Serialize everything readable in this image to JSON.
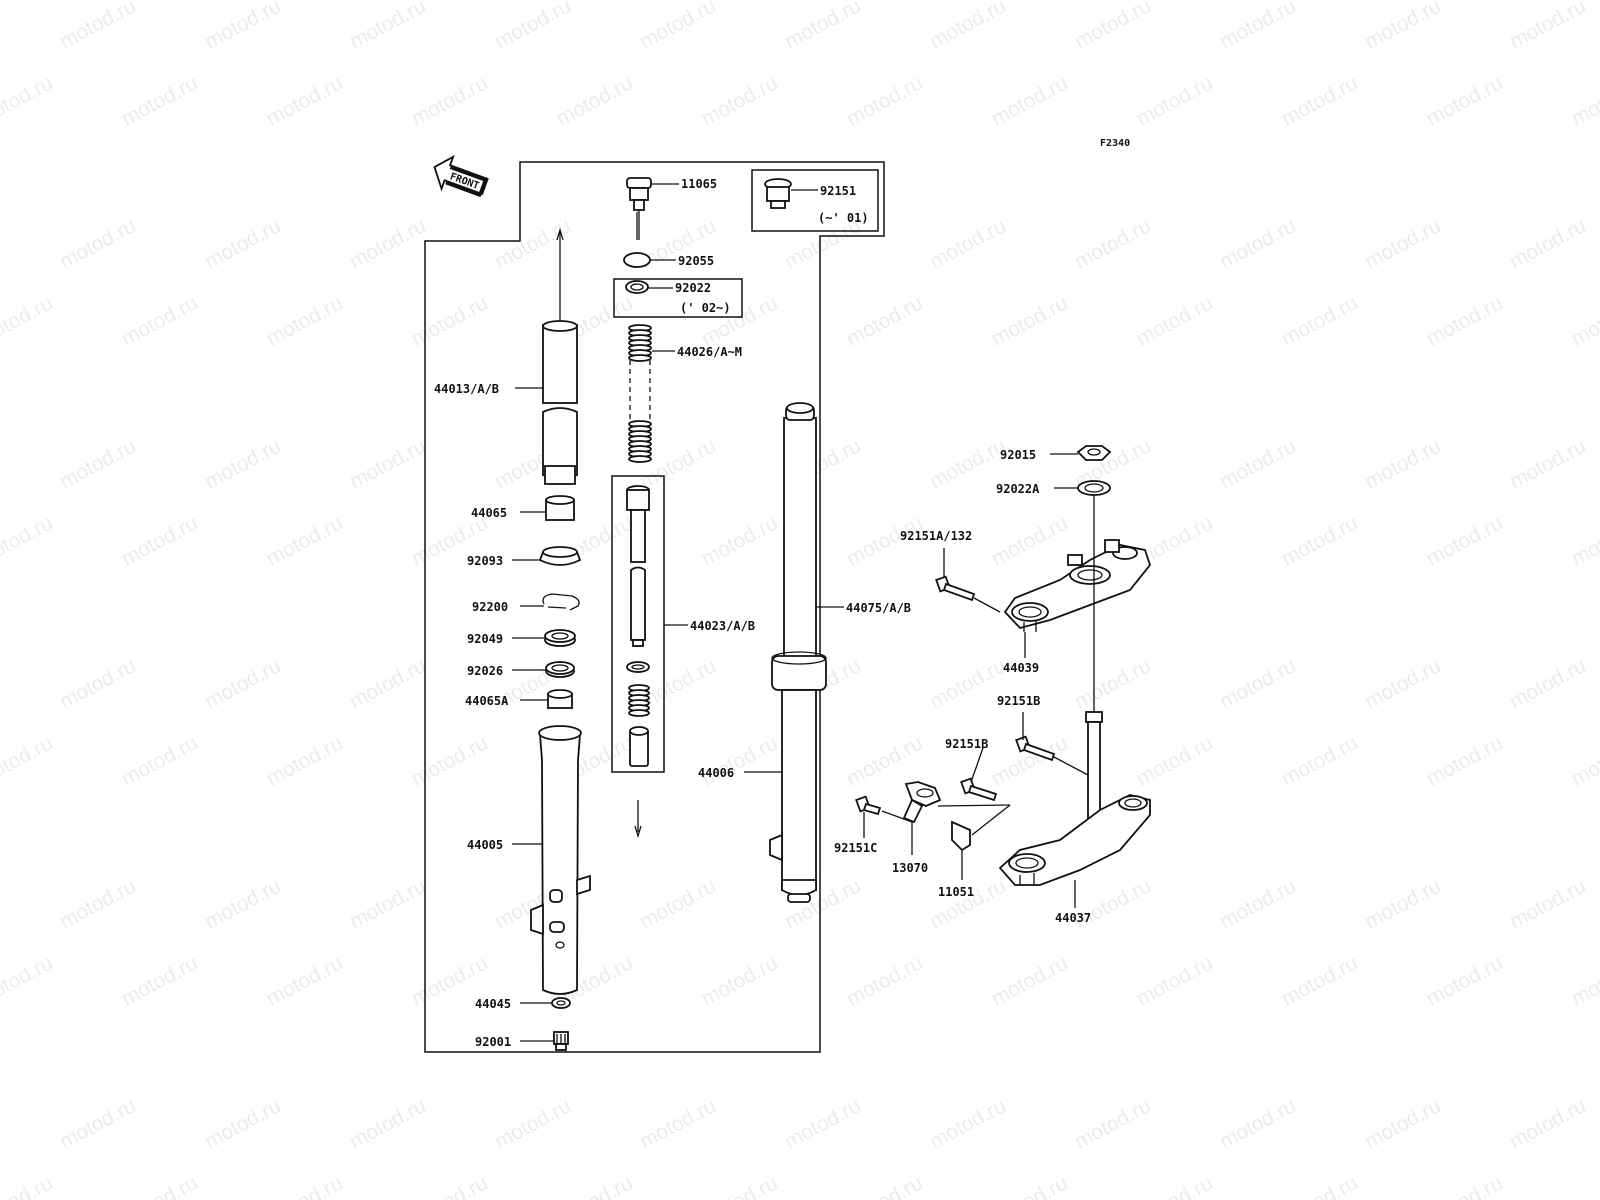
{
  "diagram": {
    "code": "F2340",
    "front_label": "FRONT",
    "watermark": "motod.ru",
    "parts": [
      {
        "id": "p11065",
        "label": "11065"
      },
      {
        "id": "p92151",
        "label": "92151"
      },
      {
        "id": "p92055",
        "label": "92055"
      },
      {
        "id": "p92022",
        "label": "92022"
      },
      {
        "id": "p44026",
        "label": "44026/A~M"
      },
      {
        "id": "p44013",
        "label": "44013/A/B"
      },
      {
        "id": "p44065",
        "label": "44065"
      },
      {
        "id": "p92093",
        "label": "92093"
      },
      {
        "id": "p92200",
        "label": "92200"
      },
      {
        "id": "p92049",
        "label": "92049"
      },
      {
        "id": "p92026",
        "label": "92026"
      },
      {
        "id": "p44065A",
        "label": "44065A"
      },
      {
        "id": "p44023",
        "label": "44023/A/B"
      },
      {
        "id": "p44005",
        "label": "44005"
      },
      {
        "id": "p44045",
        "label": "44045"
      },
      {
        "id": "p92001",
        "label": "92001"
      },
      {
        "id": "p44075",
        "label": "44075/A/B"
      },
      {
        "id": "p44006",
        "label": "44006"
      },
      {
        "id": "p92015",
        "label": "92015"
      },
      {
        "id": "p92022A",
        "label": "92022A"
      },
      {
        "id": "p92151A",
        "label": "92151A/132"
      },
      {
        "id": "p44039",
        "label": "44039"
      },
      {
        "id": "p92151B1",
        "label": "92151B"
      },
      {
        "id": "p92151B2",
        "label": "92151B"
      },
      {
        "id": "p92151C",
        "label": "92151C"
      },
      {
        "id": "p13070",
        "label": "13070"
      },
      {
        "id": "p11051",
        "label": "11051"
      },
      {
        "id": "p44037",
        "label": "44037"
      }
    ],
    "notes": {
      "n92151": "(~' 01)",
      "n92022": "(' 02~)"
    }
  }
}
